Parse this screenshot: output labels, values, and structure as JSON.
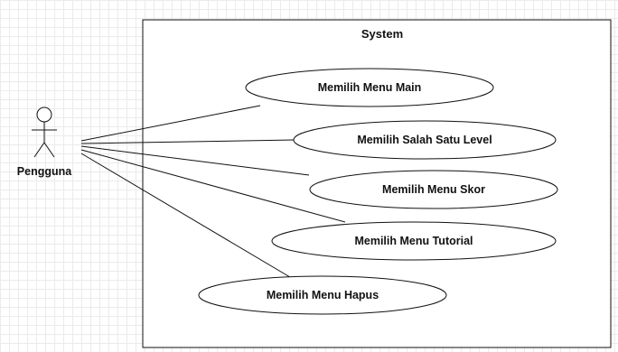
{
  "system": {
    "title": "System"
  },
  "actor": {
    "name": "Pengguna"
  },
  "use_cases": [
    {
      "label": "Memilih Menu Main"
    },
    {
      "label": "Memilih Salah Satu Level"
    },
    {
      "label": "Memilih Menu Skor"
    },
    {
      "label": "Memilih Menu Tutorial"
    },
    {
      "label": "Memilih Menu Hapus"
    }
  ]
}
